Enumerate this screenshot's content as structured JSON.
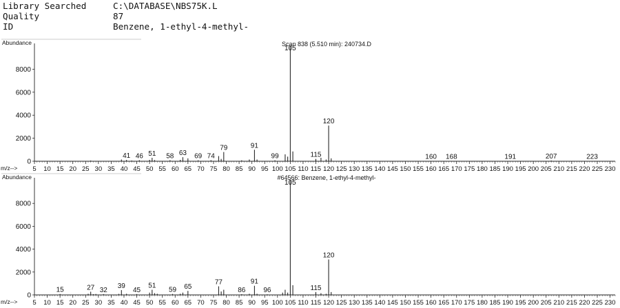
{
  "header": {
    "rows": [
      {
        "label": "Library Searched",
        "value": "C:\\DATABASE\\NBS75K.L"
      },
      {
        "label": "Quality",
        "value": "87"
      },
      {
        "label": "ID",
        "value": "Benzene, 1-ethyl-4-methyl-"
      }
    ]
  },
  "chart_data": [
    {
      "type": "bar",
      "title": "Scan 838 (5.510 min): 240734.D",
      "ylabel": "Abundance",
      "xlabel": "m/z-->",
      "xlim": [
        5,
        232
      ],
      "ylim": [
        0,
        10000
      ],
      "yticks": [
        0,
        2000,
        4000,
        6000,
        8000
      ],
      "xticks": [
        5,
        10,
        15,
        20,
        25,
        30,
        35,
        40,
        45,
        50,
        55,
        60,
        65,
        70,
        75,
        80,
        85,
        90,
        95,
        100,
        105,
        110,
        115,
        120,
        125,
        130,
        135,
        140,
        145,
        150,
        155,
        160,
        165,
        170,
        175,
        180,
        185,
        190,
        195,
        200,
        205,
        210,
        215,
        220,
        225,
        230
      ],
      "peaks": [
        {
          "mz": 27,
          "abundance": 60
        },
        {
          "mz": 39,
          "abundance": 150
        },
        {
          "mz": 41,
          "abundance": 110,
          "label": "41"
        },
        {
          "mz": 43,
          "abundance": 60
        },
        {
          "mz": 46,
          "abundance": 90,
          "label": "46"
        },
        {
          "mz": 50,
          "abundance": 120
        },
        {
          "mz": 51,
          "abundance": 300,
          "label": "51"
        },
        {
          "mz": 52,
          "abundance": 100
        },
        {
          "mz": 58,
          "abundance": 90,
          "label": "58"
        },
        {
          "mz": 62,
          "abundance": 120
        },
        {
          "mz": 63,
          "abundance": 350,
          "label": "63"
        },
        {
          "mz": 65,
          "abundance": 250
        },
        {
          "mz": 69,
          "abundance": 80,
          "label": "69"
        },
        {
          "mz": 74,
          "abundance": 90,
          "label": "74"
        },
        {
          "mz": 77,
          "abundance": 450
        },
        {
          "mz": 78,
          "abundance": 200
        },
        {
          "mz": 79,
          "abundance": 800,
          "label": "79"
        },
        {
          "mz": 86,
          "abundance": 80
        },
        {
          "mz": 89,
          "abundance": 150
        },
        {
          "mz": 91,
          "abundance": 1000,
          "label": "91"
        },
        {
          "mz": 92,
          "abundance": 150
        },
        {
          "mz": 99,
          "abundance": 80,
          "label": "99"
        },
        {
          "mz": 103,
          "abundance": 600
        },
        {
          "mz": 104,
          "abundance": 400
        },
        {
          "mz": 105,
          "abundance": 9999,
          "label": "105"
        },
        {
          "mz": 106,
          "abundance": 850
        },
        {
          "mz": 115,
          "abundance": 200,
          "label": "115"
        },
        {
          "mz": 117,
          "abundance": 300
        },
        {
          "mz": 119,
          "abundance": 150
        },
        {
          "mz": 120,
          "abundance": 3100,
          "label": "120"
        },
        {
          "mz": 121,
          "abundance": 250
        },
        {
          "mz": 160,
          "abundance": 30,
          "label": "160"
        },
        {
          "mz": 168,
          "abundance": 30,
          "label": "168"
        },
        {
          "mz": 191,
          "abundance": 30,
          "label": "191"
        },
        {
          "mz": 207,
          "abundance": 60,
          "label": "207"
        },
        {
          "mz": 223,
          "abundance": 30,
          "label": "223"
        }
      ]
    },
    {
      "type": "bar",
      "title": "#64566: Benzene, 1-ethyl-4-methyl-",
      "ylabel": "Abundance",
      "xlabel": "m/z-->",
      "xlim": [
        5,
        232
      ],
      "ylim": [
        0,
        10000
      ],
      "yticks": [
        0,
        2000,
        4000,
        6000,
        8000
      ],
      "xticks": [
        5,
        10,
        15,
        20,
        25,
        30,
        35,
        40,
        45,
        50,
        55,
        60,
        65,
        70,
        75,
        80,
        85,
        90,
        95,
        100,
        105,
        110,
        115,
        120,
        125,
        130,
        135,
        140,
        145,
        150,
        155,
        160,
        165,
        170,
        175,
        180,
        185,
        190,
        195,
        200,
        205,
        210,
        215,
        220,
        225,
        230
      ],
      "peaks": [
        {
          "mz": 15,
          "abundance": 80,
          "label": "15"
        },
        {
          "mz": 26,
          "abundance": 100
        },
        {
          "mz": 27,
          "abundance": 280,
          "label": "27"
        },
        {
          "mz": 28,
          "abundance": 60
        },
        {
          "mz": 29,
          "abundance": 80
        },
        {
          "mz": 32,
          "abundance": 70,
          "label": "32"
        },
        {
          "mz": 38,
          "abundance": 90
        },
        {
          "mz": 39,
          "abundance": 420,
          "label": "39"
        },
        {
          "mz": 41,
          "abundance": 100
        },
        {
          "mz": 45,
          "abundance": 70,
          "label": "45"
        },
        {
          "mz": 50,
          "abundance": 200
        },
        {
          "mz": 51,
          "abundance": 450,
          "label": "51"
        },
        {
          "mz": 52,
          "abundance": 150
        },
        {
          "mz": 53,
          "abundance": 100
        },
        {
          "mz": 59,
          "abundance": 80,
          "label": "59"
        },
        {
          "mz": 62,
          "abundance": 100
        },
        {
          "mz": 63,
          "abundance": 200
        },
        {
          "mz": 65,
          "abundance": 350,
          "label": "65"
        },
        {
          "mz": 77,
          "abundance": 750,
          "label": "77"
        },
        {
          "mz": 78,
          "abundance": 300
        },
        {
          "mz": 79,
          "abundance": 450
        },
        {
          "mz": 86,
          "abundance": 60,
          "label": "86"
        },
        {
          "mz": 89,
          "abundance": 100
        },
        {
          "mz": 91,
          "abundance": 800,
          "label": "91"
        },
        {
          "mz": 92,
          "abundance": 100
        },
        {
          "mz": 96,
          "abundance": 50,
          "label": "96"
        },
        {
          "mz": 102,
          "abundance": 200
        },
        {
          "mz": 103,
          "abundance": 450
        },
        {
          "mz": 104,
          "abundance": 200
        },
        {
          "mz": 105,
          "abundance": 9999,
          "label": "105"
        },
        {
          "mz": 106,
          "abundance": 850
        },
        {
          "mz": 115,
          "abundance": 250,
          "label": "115"
        },
        {
          "mz": 117,
          "abundance": 150
        },
        {
          "mz": 119,
          "abundance": 100
        },
        {
          "mz": 120,
          "abundance": 3100,
          "label": "120"
        },
        {
          "mz": 121,
          "abundance": 250
        }
      ]
    }
  ]
}
